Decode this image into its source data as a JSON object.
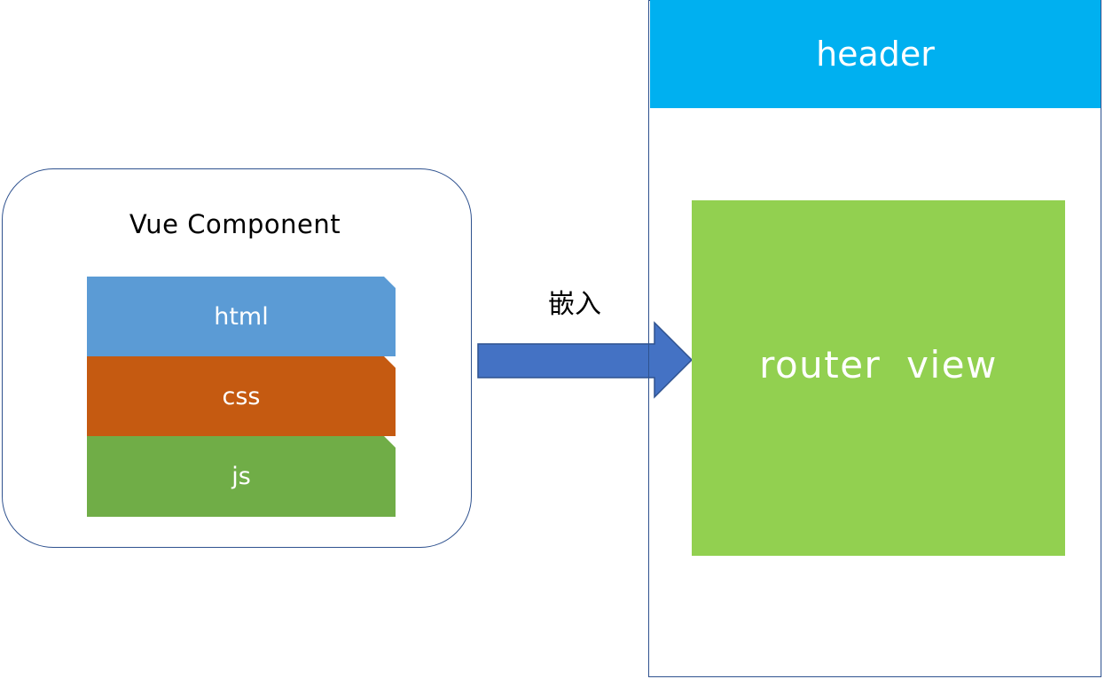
{
  "component": {
    "title": "Vue Component",
    "layers": [
      {
        "label": "html",
        "color": "#5b9bd5"
      },
      {
        "label": "css",
        "color": "#c55a11"
      },
      {
        "label": "js",
        "color": "#70ad47"
      }
    ],
    "border_color": "#2f528f"
  },
  "arrow": {
    "label": "嵌入",
    "color": "#4472c4",
    "stroke": "#2f528f"
  },
  "page": {
    "header": {
      "label": "header",
      "color": "#00b0f0"
    },
    "router_view": {
      "label": "router view",
      "color": "#92d050"
    }
  }
}
